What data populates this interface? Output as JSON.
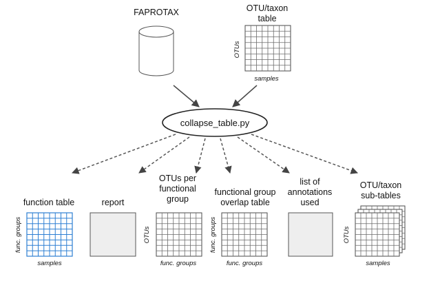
{
  "inputs": {
    "database_label": "FAPROTAX",
    "otu_table_label_line1": "OTU/taxon",
    "otu_table_label_line2": "table",
    "otu_table_row_axis": "OTUs",
    "otu_table_col_axis": "samples"
  },
  "script": {
    "name": "collapse_table.py"
  },
  "outputs": {
    "function_table": {
      "label": "function table",
      "row_axis": "func. groups",
      "col_axis": "samples"
    },
    "report": {
      "label": "report"
    },
    "otus_per_group": {
      "line1": "OTUs per",
      "line2": "functional",
      "line3": "group",
      "row_axis": "OTUs",
      "col_axis": "func. groups"
    },
    "overlap_table": {
      "line1": "functional group",
      "line2": "overlap table",
      "row_axis": "func. groups",
      "col_axis": "func. groups"
    },
    "annotations": {
      "line1": "list of",
      "line2": "annotations",
      "line3": "used"
    },
    "subtables": {
      "line1": "OTU/taxon",
      "line2": "sub-tables",
      "row_axis": "OTUs",
      "col_axis": "samples"
    }
  },
  "colors": {
    "function_table_grid": "#2d7fd3",
    "neutral_grid": "#6a6a6a",
    "plain_box_fill": "#eeeeee"
  }
}
